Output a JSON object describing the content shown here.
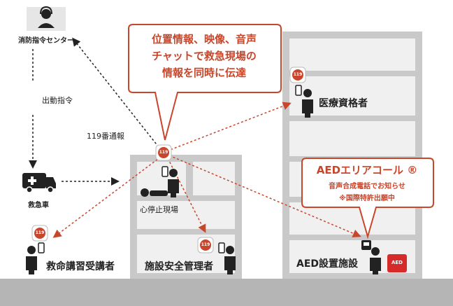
{
  "labels": {
    "center": "消防指令センター",
    "dispatch": "出動指令",
    "ambulance": "救急車",
    "call_119": "119番通報",
    "arrest_site": "心停止現場",
    "trainee": "救命講習受講者",
    "facility_manager": "施設安全管理者",
    "medical": "医療資格者",
    "aed_facility": "AED設置施設"
  },
  "bubble": {
    "lines": [
      "位置情報、映像、音声",
      "チャットで救急現場の",
      "情報を同時に伝達"
    ]
  },
  "aed_call": {
    "title": "AEDエリアコール ®",
    "line1": "音声合成電話でお知らせ",
    "line2": "※国際特許出願中",
    "badge": "AED"
  },
  "app_icon_text": "119",
  "colors": {
    "accent": "#c8462b",
    "building": "#c9c9c9",
    "floor": "#f0f0f0",
    "ground": "#b5b5b5"
  }
}
